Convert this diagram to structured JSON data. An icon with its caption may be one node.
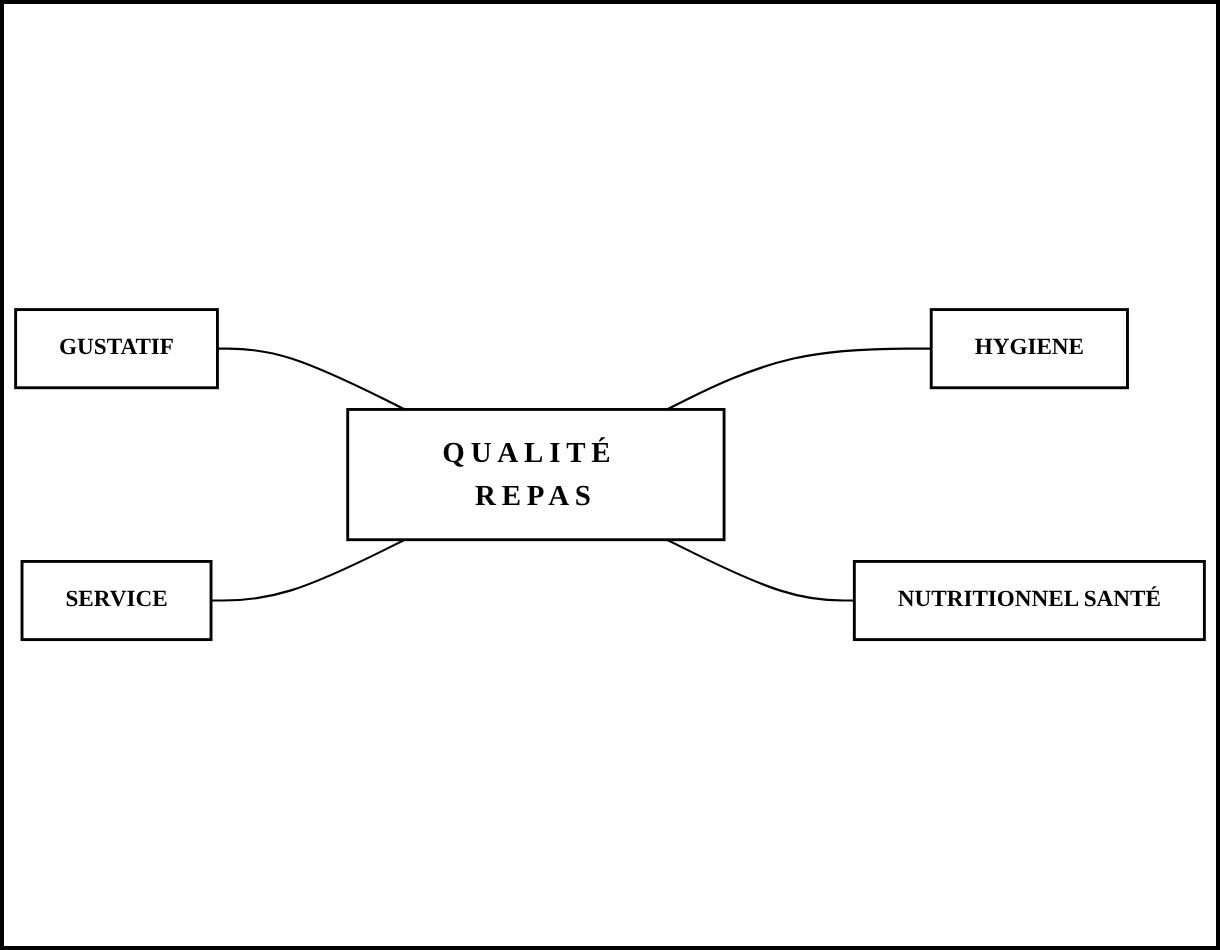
{
  "diagram": {
    "nodes": [
      {
        "text": [
          "GUSTATIF"
        ]
      },
      {
        "text": [
          "HYGIENE"
        ]
      },
      {
        "text": [
          "QUALITÉ REPAS"
        ]
      },
      {
        "text": [
          "SERVICE"
        ]
      },
      {
        "text": [
          "NUTRITIONNEL SANTÉ"
        ]
      }
    ],
    "edges": [
      {
        "from": 0,
        "to": 2,
        "arrow": "none"
      },
      {
        "from": 2,
        "to": 1,
        "arrow": "none"
      },
      {
        "from": 3,
        "to": 2,
        "arrow": "none"
      },
      {
        "from": 2,
        "to": 4,
        "arrow": "none"
      }
    ]
  }
}
